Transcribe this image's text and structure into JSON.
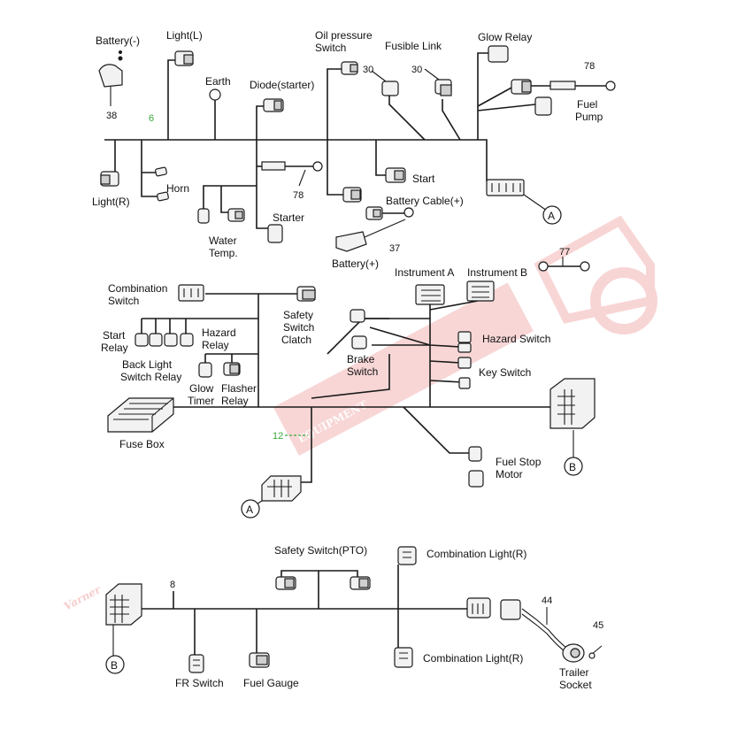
{
  "watermark": "Varner",
  "watermark_brand": "EQUIPMENT",
  "top_section": {
    "labels": {
      "battery_neg": "Battery(-)",
      "light_l": "Light(L)",
      "earth": "Earth",
      "diode": "Diode(starter)",
      "oil_pressure_1": "Oil pressure",
      "oil_pressure_2": "Switch",
      "fusible_link": "Fusible Link",
      "glow_relay": "Glow Relay",
      "fuel_pump_1": "Fuel",
      "fuel_pump_2": "Pump",
      "light_r": "Light(R)",
      "horn": "Horn",
      "start": "Start",
      "battery_cable": "Battery Cable(+)",
      "starter": "Starter",
      "water_temp_1": "Water",
      "water_temp_2": "Temp.",
      "battery_pos": "Battery(+)",
      "connector_a": "A"
    },
    "numbers": {
      "n38": "38",
      "n6": "6",
      "n78a": "78",
      "n78b": "78",
      "n30a": "30",
      "n30b": "30",
      "n37": "37"
    }
  },
  "middle_section": {
    "labels": {
      "combination_switch_1": "Combination",
      "combination_switch_2": "Switch",
      "safety_switch_1": "Safety",
      "safety_switch_2": "Switch",
      "safety_switch_3": "Clatch",
      "instrument_a": "Instrument A",
      "instrument_b": "Instrument B",
      "start_relay_1": "Start",
      "start_relay_2": "Relay",
      "hazard_relay_1": "Hazard",
      "hazard_relay_2": "Relay",
      "back_light_1": "Back Light",
      "back_light_2": "Switch Relay",
      "glow_timer_1": "Glow",
      "glow_timer_2": "Timer",
      "flasher_relay_1": "Flasher",
      "flasher_relay_2": "Relay",
      "brake_switch_1": "Brake",
      "brake_switch_2": "Switch",
      "hazard_switch": "Hazard Switch",
      "key_switch": "Key Switch",
      "fuse_box": "Fuse Box",
      "fuel_stop_1": "Fuel Stop",
      "fuel_stop_2": "Motor",
      "connector_a": "A",
      "connector_b": "B"
    },
    "numbers": {
      "n77": "77",
      "n12": "12"
    }
  },
  "bottom_section": {
    "labels": {
      "safety_switch_pto": "Safety Switch(PTO)",
      "combination_light_r_top": "Combination Light(R)",
      "combination_light_r_bottom": "Combination Light(R)",
      "fr_switch": "FR Switch",
      "fuel_gauge": "Fuel Gauge",
      "trailer_socket_1": "Trailer",
      "trailer_socket_2": "Socket",
      "connector_b": "B"
    },
    "numbers": {
      "n8": "8",
      "n44": "44",
      "n45": "45"
    }
  }
}
